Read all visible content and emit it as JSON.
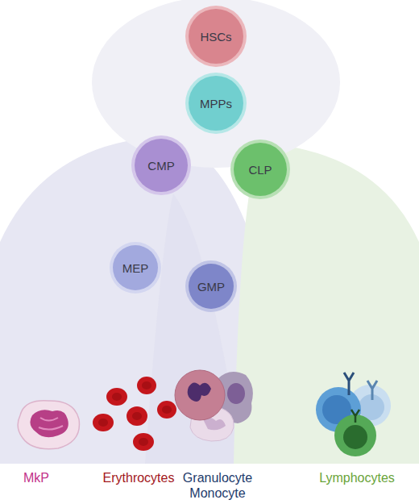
{
  "diagram": {
    "nodes": [
      {
        "text": [
          "HSCs"
        ]
      },
      {
        "text": [
          "MPPs"
        ]
      },
      {
        "text": [
          "CMP"
        ]
      },
      {
        "text": [
          "CLP"
        ]
      },
      {
        "text": [
          "MEP"
        ]
      },
      {
        "text": [
          "GMP"
        ]
      }
    ],
    "labels": [
      "MkP",
      "Erythrocytes",
      "Granulocyte Monocyte",
      "Lymphocytes"
    ]
  }
}
